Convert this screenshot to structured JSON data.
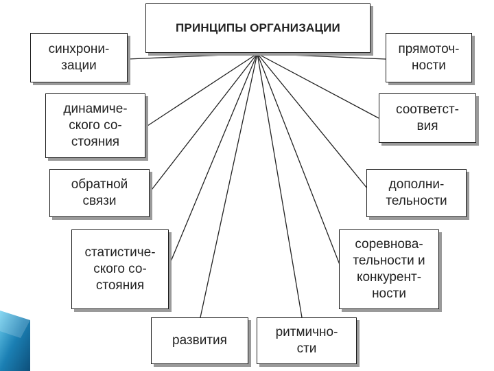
{
  "title": "ПРИНЦИПЫ ОРГАНИЗАЦИИ",
  "principles": {
    "sync": "синхрони-\nзации",
    "dynamic": "динамиче-\nского со-\nстояния",
    "feedback": "обратной\nсвязи",
    "static": "статистиче-\nского со-\nстояния",
    "development": "развития",
    "rhythm": "ритмично-\nсти",
    "competition": "соревнова-\nтельности и\nконкурент-\nности",
    "complement": "дополни-\nтельности",
    "correspondence": "соответст-\nвия",
    "directflow": "прямоточ-\nности"
  },
  "colors": {
    "border": "#1a1a1a",
    "shadow": "#9a9a9a",
    "accent": "#1b7fb3"
  }
}
